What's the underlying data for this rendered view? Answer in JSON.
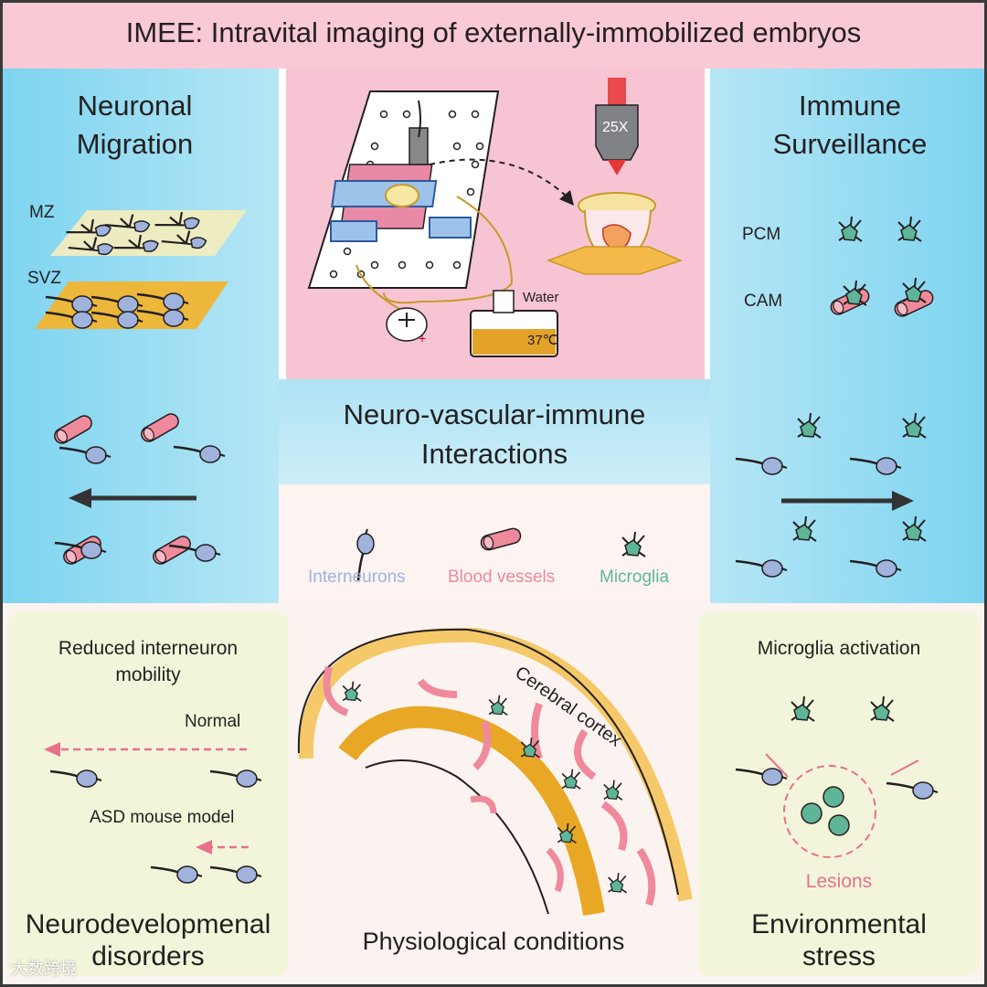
{
  "title": "IMEE: Intravital imaging of externally-immobilized embryos",
  "left_top": {
    "heading_line1": "Neuronal",
    "heading_line2": "Migration",
    "mz_label": "MZ",
    "svz_label": "SVZ"
  },
  "center_top": {
    "objective_label": "25X",
    "water_label": "Water",
    "temp_label": "37℃"
  },
  "right_top": {
    "heading_line1": "Immune",
    "heading_line2": "Surveillance",
    "pcm_label": "PCM",
    "cam_label": "CAM"
  },
  "middle": {
    "heading_line1": "Neuro-vascular-immune",
    "heading_line2": "Interactions"
  },
  "legend": {
    "interneurons": "Interneurons",
    "blood_vessels": "Blood vessels",
    "microglia": "Microglia"
  },
  "bottom_left": {
    "subtitle_line1": "Reduced interneuron",
    "subtitle_line2": "mobility",
    "normal_label": "Normal",
    "asd_label": "ASD mouse model",
    "heading_line1": "Neurodevelopmenal",
    "heading_line2": "disorders"
  },
  "bottom_center": {
    "cortex_label": "Cerebral cortex",
    "heading": "Physiological conditions"
  },
  "bottom_right": {
    "subtitle": "Microglia activation",
    "lesions_label": "Lesions",
    "heading_line1": "Environmental",
    "heading_line2": "stress"
  },
  "watermark": "大数跨境",
  "colors": {
    "interneuron": "#9fb3dd",
    "vessel": "#ef8a9c",
    "microglia": "#5fb597",
    "blue_panel": "#7dd4f0",
    "pink_panel": "#f7c4d4",
    "green_panel": "#f3f5da",
    "cortex_band": "#f5c96a",
    "svz_band": "#e9a726",
    "lesion_accent": "#e8718a"
  }
}
